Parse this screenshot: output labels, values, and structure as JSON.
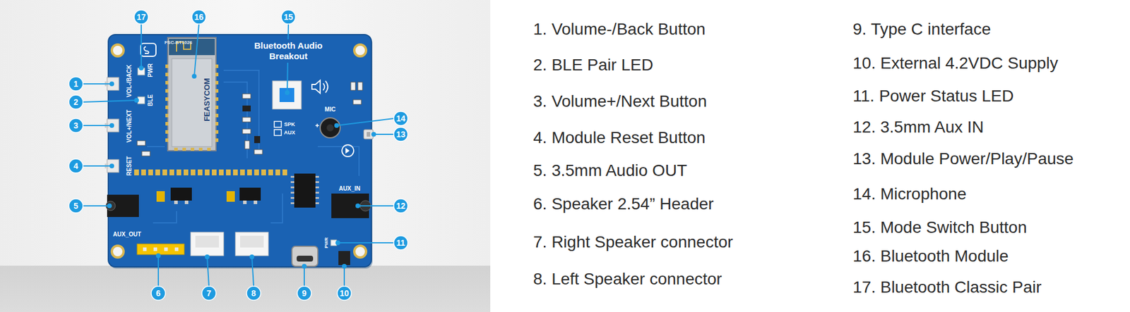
{
  "diagram": {
    "nodes": [
      {
        "text": [
          "1"
        ]
      },
      {
        "text": [
          "2"
        ]
      },
      {
        "text": [
          "3"
        ]
      },
      {
        "text": [
          "4"
        ]
      },
      {
        "text": [
          "5"
        ]
      },
      {
        "text": [
          "6"
        ]
      },
      {
        "text": [
          "7"
        ]
      },
      {
        "text": [
          "8"
        ]
      },
      {
        "text": [
          "9"
        ]
      },
      {
        "text": [
          "10"
        ]
      },
      {
        "text": [
          "11"
        ]
      },
      {
        "text": [
          "12"
        ]
      },
      {
        "text": [
          "13"
        ]
      },
      {
        "text": [
          "14"
        ]
      },
      {
        "text": [
          "15"
        ]
      },
      {
        "text": [
          "16"
        ]
      },
      {
        "text": [
          "17"
        ]
      }
    ],
    "labels": [
      "1.  Volume-/Back Button",
      "2.  BLE Pair LED",
      "3.  Volume+/Next Button",
      "4.  Module Reset Button",
      "5.  3.5mm Audio OUT",
      "6.  Speaker 2.54” Header",
      "7.  Right Speaker connector",
      "8.  Left Speaker connector",
      "9.  Type C interface",
      "10. External 4.2VDC Supply",
      "11.  Power Status LED",
      "12. 3.5mm Aux IN",
      "13. Module Power/Play/Pause",
      "14. Microphone",
      "15. Mode Switch Button",
      "16. Bluetooth Module",
      "17. Bluetooth Classic Pair",
      "Bluetooth Audio Breakout",
      "PWR",
      "BLE",
      "VOL-/BACK",
      "VOL+/NEXT",
      "RESET",
      "MIC",
      "SPK",
      "AUX",
      "AUX_OUT",
      "AUX_IN",
      "PWR",
      "FEASYCOM",
      "FSC-BT1026"
    ]
  }
}
